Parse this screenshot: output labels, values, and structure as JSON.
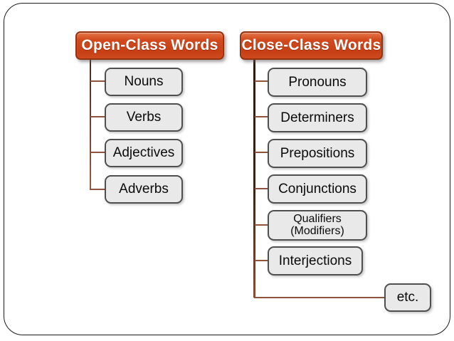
{
  "diagram": {
    "open_class": {
      "title": "Open-Class Words",
      "items": [
        {
          "label": "Nouns"
        },
        {
          "label": "Verbs"
        },
        {
          "label": "Adjectives"
        },
        {
          "label": "Adverbs"
        }
      ]
    },
    "close_class": {
      "title": "Close-Class Words",
      "items": [
        {
          "label": "Pronouns"
        },
        {
          "label": "Determiners"
        },
        {
          "label": "Prepositions"
        },
        {
          "label": "Conjunctions"
        },
        {
          "label": "Qualifiers",
          "sublabel": "(Modifiers)"
        },
        {
          "label": "Interjections"
        }
      ],
      "etc_label": "etc."
    },
    "colors": {
      "header_background": "#d14a1e",
      "header_border": "#96310f",
      "header_text": "#ffffff",
      "node_background": "#e9e9e9",
      "node_border": "#4f4f4f",
      "connector_brown": "#8d5340",
      "stem_dark_brown": "#3c2315",
      "frame_border": "#1c1c1c"
    }
  }
}
